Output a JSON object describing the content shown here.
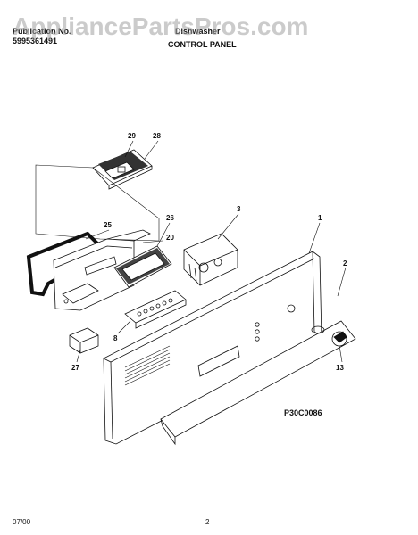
{
  "header": {
    "publication_label": "Publication No.",
    "publication_number": "5995361491",
    "model_label": "Dishwasher",
    "section_title": "CONTROL PANEL"
  },
  "watermark": {
    "text": "AppliancePartsPros.com"
  },
  "callouts": [
    "29",
    "28",
    "3",
    "1",
    "25",
    "26",
    "20",
    "2",
    "8",
    "27",
    "13"
  ],
  "diagram_code": "P30C0086",
  "footer": {
    "date": "07/00",
    "page": "2"
  }
}
